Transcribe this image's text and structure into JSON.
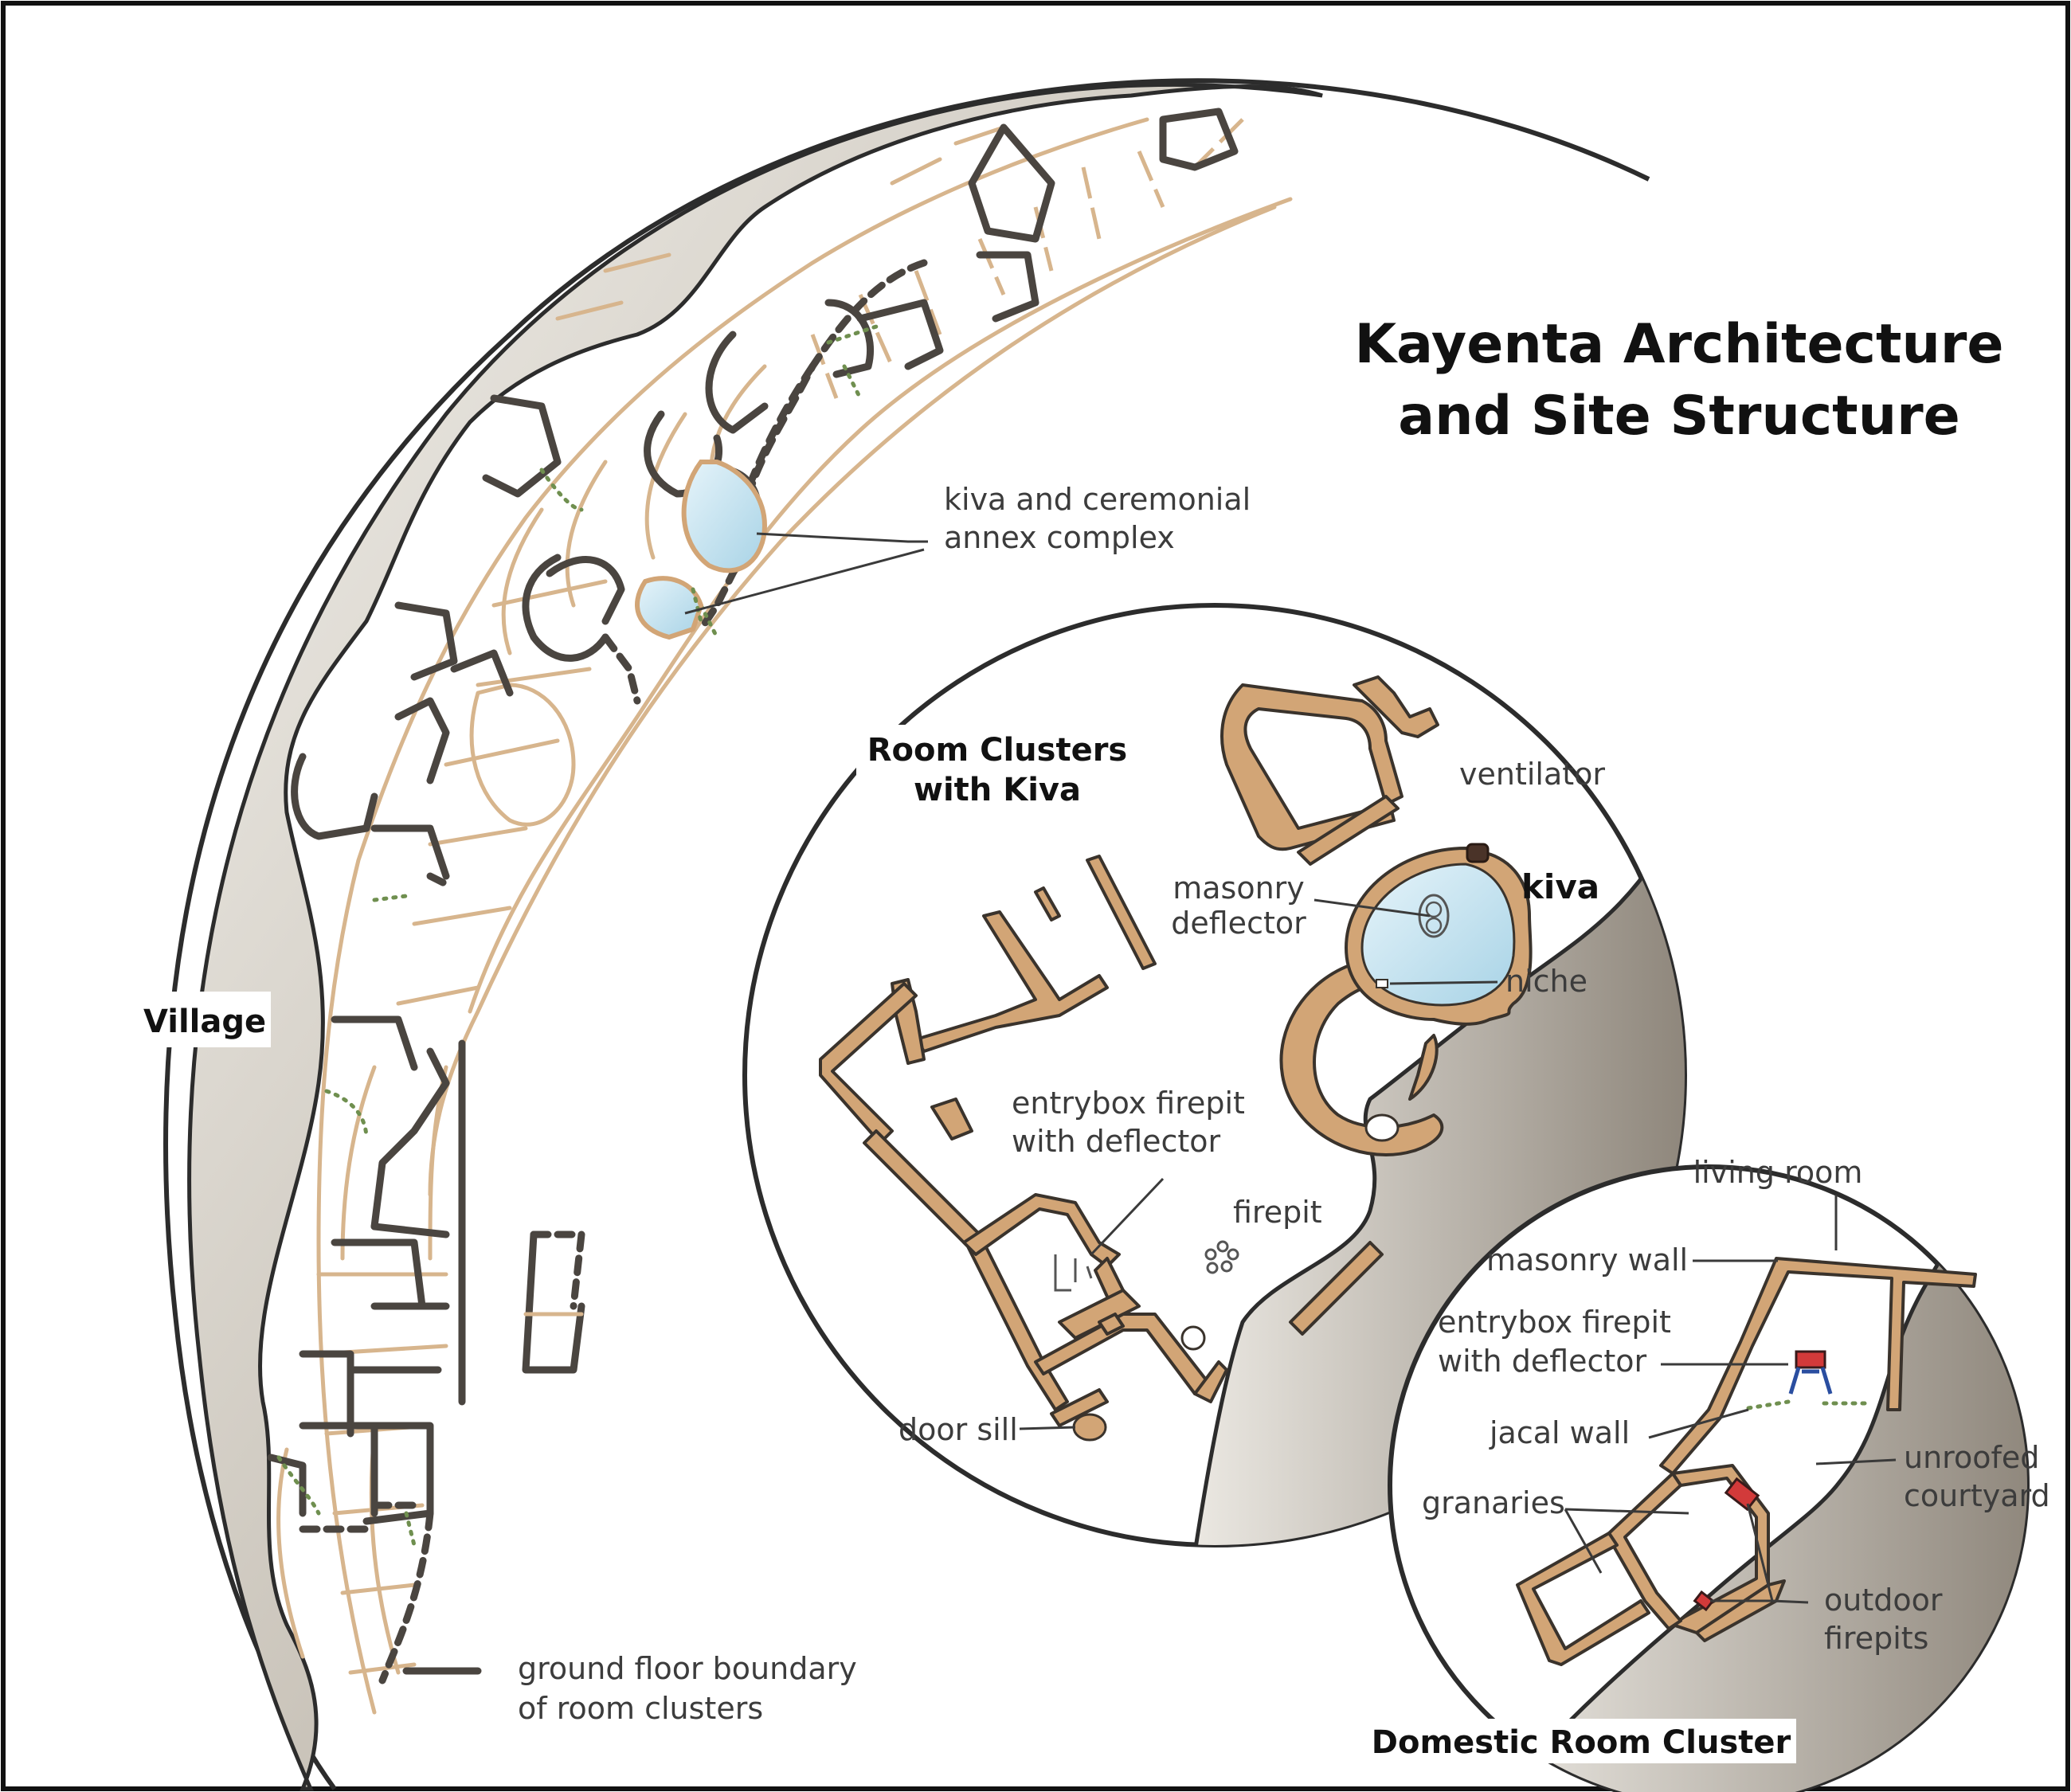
{
  "title": {
    "line1": "Kayenta Architecture",
    "line2": "and Site Structure"
  },
  "village": {
    "label": "Village",
    "kiva_annex_label_line1": "kiva and ceremonial",
    "kiva_annex_label_line2": "annex complex",
    "legend_line1": "ground floor boundary",
    "legend_line2": "of room clusters"
  },
  "room_clusters": {
    "heading_line1": "Room Clusters",
    "heading_line2": "with Kiva",
    "ventilator": "ventilator",
    "kiva": "kiva",
    "masonry_deflector_line1": "masonry",
    "masonry_deflector_line2": "deflector",
    "niche": "niche",
    "entrybox_line1": "entrybox firepit",
    "entrybox_line2": "with deflector",
    "firepit": "firepit",
    "door_sill": "door sill"
  },
  "domestic": {
    "heading": "Domestic Room Cluster",
    "living_room": "living room",
    "masonry_wall": "masonry wall",
    "entrybox_line1": "entrybox firepit",
    "entrybox_line2": "with deflector",
    "jacal_wall": "jacal wall",
    "unroofed_line1": "unroofed",
    "unroofed_line2": "courtyard",
    "granaries": "granaries",
    "outdoor_line1": "outdoor",
    "outdoor_line2": "firepits"
  },
  "colors": {
    "cliff": "#b4ada3",
    "masonry": "#d2a576",
    "ground_boundary": "#4a4540",
    "kiva_water": "#c4e2ef",
    "jacal": "#6f8f4f",
    "firepit_red": "#d23a3a",
    "deflector_blue": "#2a4ea0"
  }
}
